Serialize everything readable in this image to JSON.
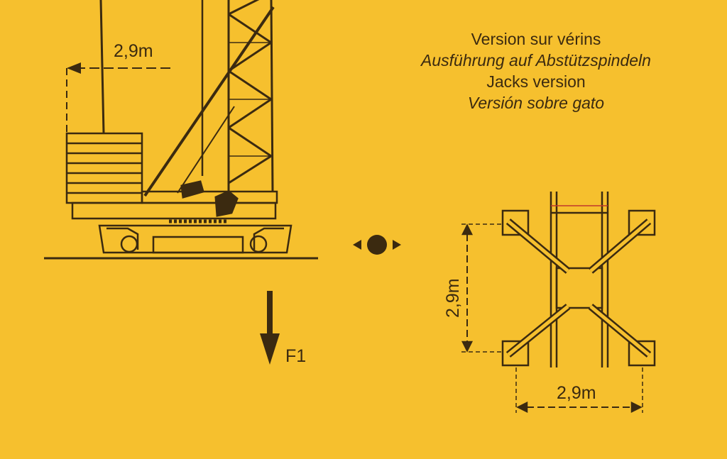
{
  "caption": {
    "line_fr": "Version sur vérins",
    "line_de": "Ausführung auf Abstützspindeln",
    "line_en": "Jacks version",
    "line_es": "Versión sobre gato"
  },
  "dimensions": {
    "top_offset": "2,9m",
    "plan_vertical": "2,9m",
    "plan_horizontal": "2,9m"
  },
  "force_label": "F1",
  "colors": {
    "background": "#f6c02e",
    "ink": "#3b2a10",
    "accent": "#c0392b"
  }
}
